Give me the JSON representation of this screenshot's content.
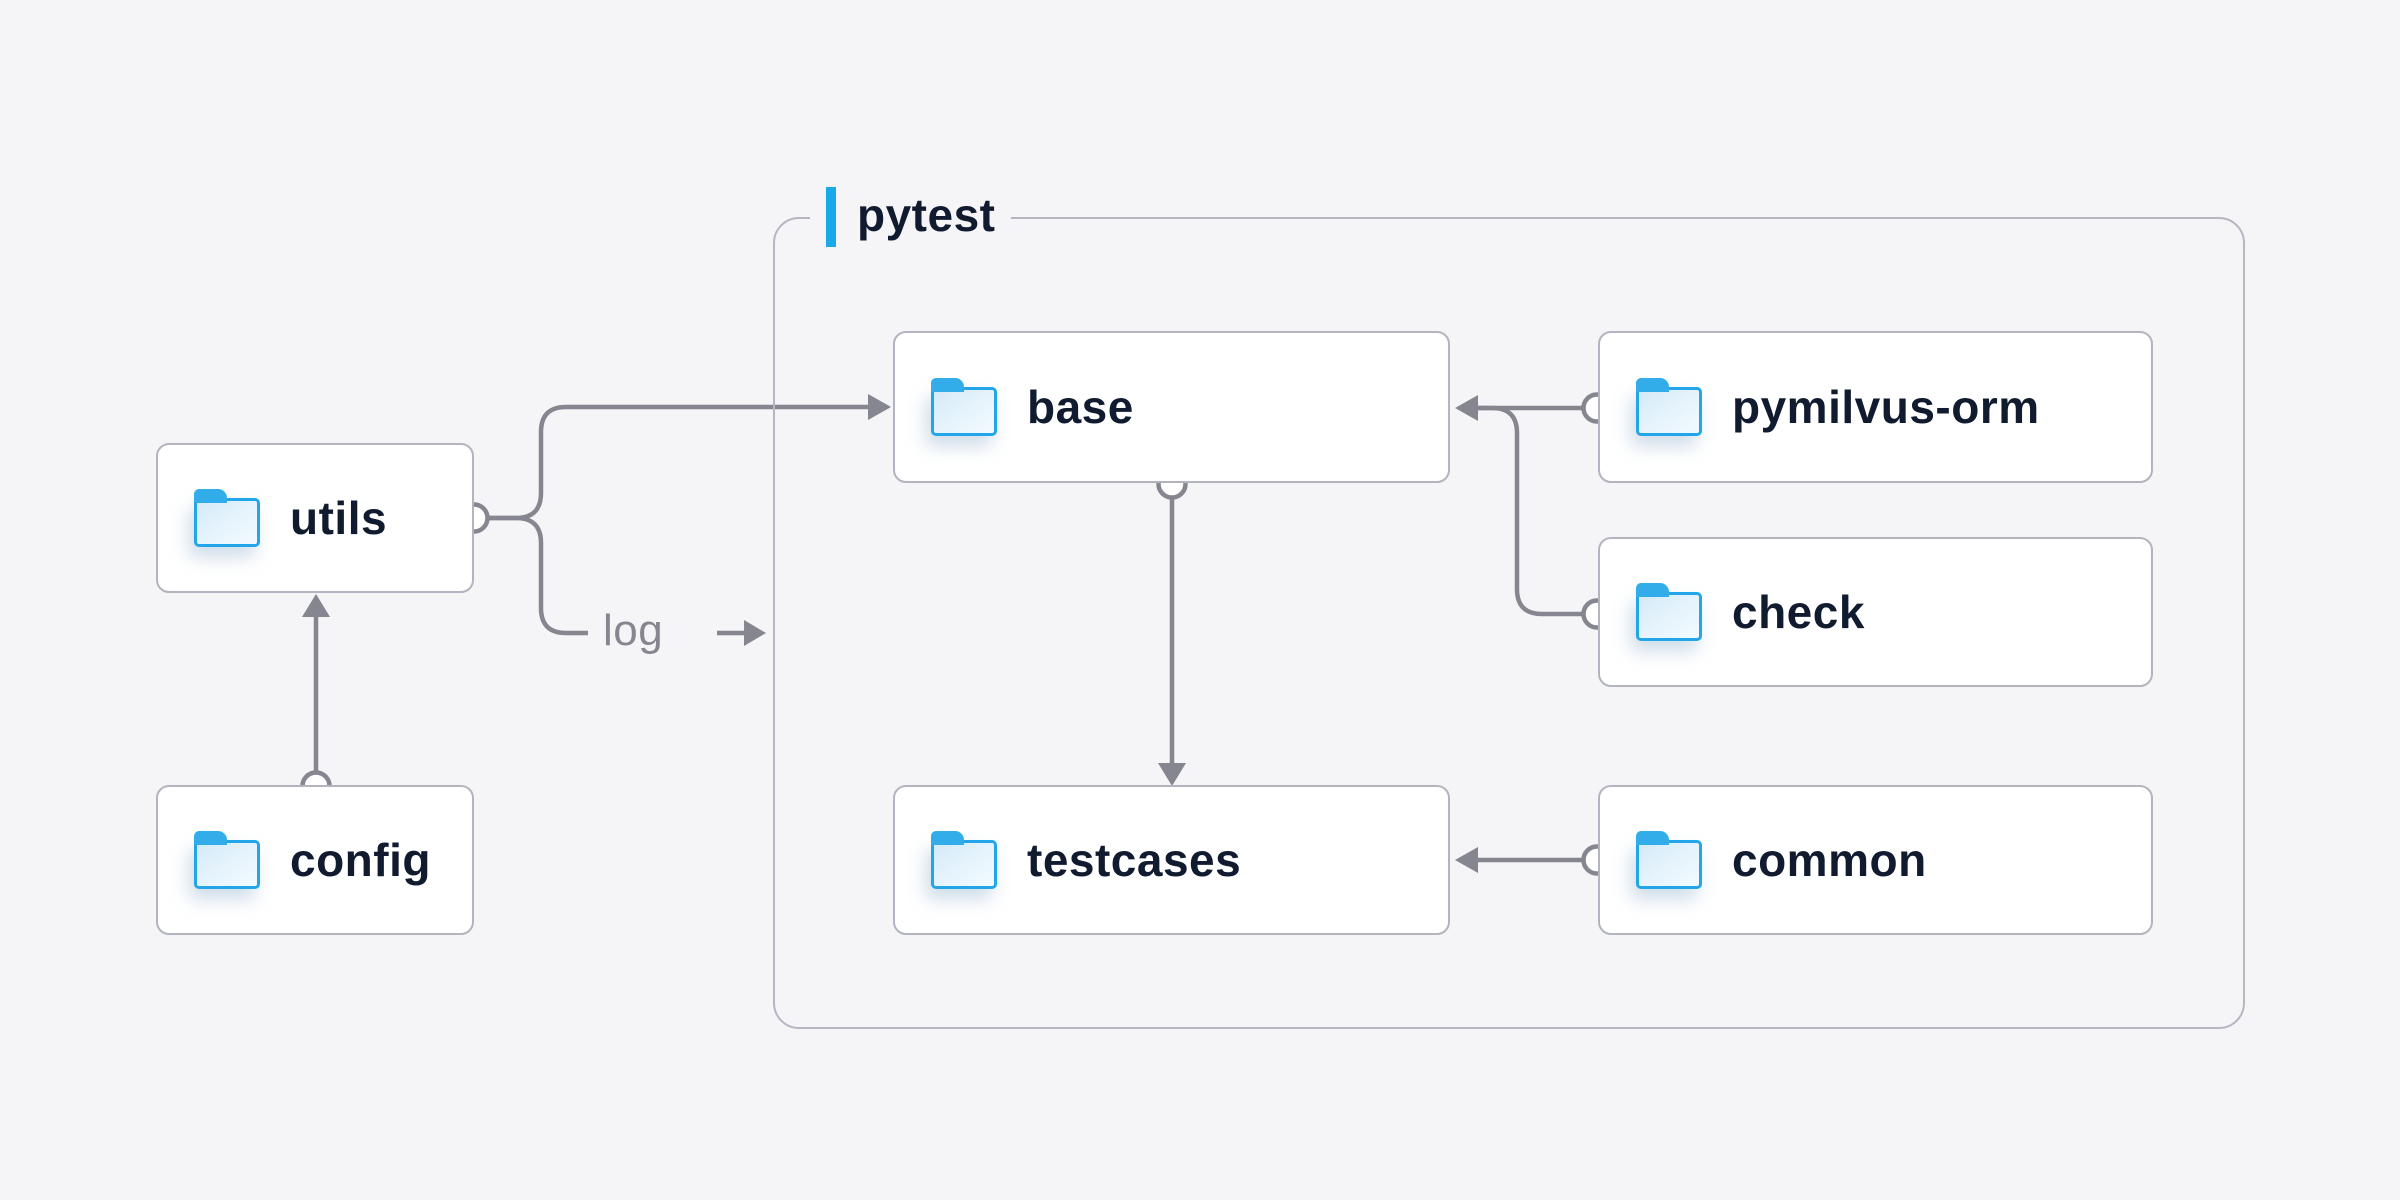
{
  "container": {
    "label": "pytest"
  },
  "nodes": [
    {
      "id": "utils",
      "label": "utils"
    },
    {
      "id": "config",
      "label": "config"
    },
    {
      "id": "base",
      "label": "base"
    },
    {
      "id": "testcases",
      "label": "testcases"
    },
    {
      "id": "pymilvus-orm",
      "label": "pymilvus-orm"
    },
    {
      "id": "check",
      "label": "check"
    },
    {
      "id": "common",
      "label": "common"
    }
  ],
  "edges": [
    {
      "from": "config",
      "to": "utils",
      "style": "arrow",
      "label": ""
    },
    {
      "from": "utils",
      "to": "base",
      "style": "arrow",
      "label": ""
    },
    {
      "from": "utils",
      "to": "pytest-container",
      "style": "arrow",
      "label": "log"
    },
    {
      "from": "base",
      "to": "testcases",
      "style": "arrow",
      "label": ""
    },
    {
      "from": "pymilvus-orm",
      "to": "base",
      "style": "arrow",
      "label": ""
    },
    {
      "from": "check",
      "to": "base",
      "style": "arrow",
      "label": ""
    },
    {
      "from": "common",
      "to": "testcases",
      "style": "arrow",
      "label": ""
    }
  ],
  "icons": {
    "node_icon": "folder-icon",
    "connector_start": "circle-port",
    "connector_end": "arrowhead"
  },
  "colors": {
    "background": "#f5f5f7",
    "node_background": "#ffffff",
    "node_border": "#b2b4bf",
    "group_border": "#b5b6c2",
    "wire": "#85868f",
    "text_dark": "#101b30",
    "text_gray": "#85868f",
    "accent_blue": "#19a9ea",
    "folder_blue": "#23a6e9"
  }
}
